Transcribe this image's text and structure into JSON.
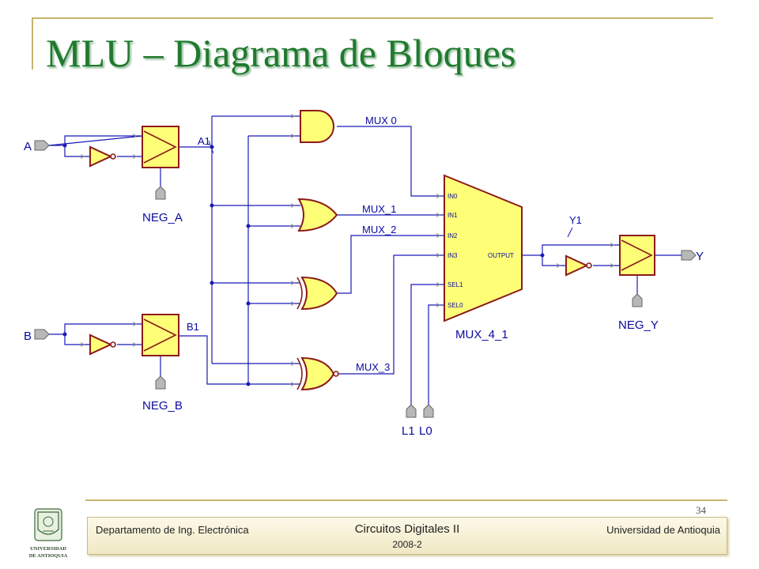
{
  "title": "MLU – Diagrama de Bloques",
  "diagram": {
    "inputs": {
      "a": "A",
      "b": "B"
    },
    "outputs": {
      "y": "Y"
    },
    "signals": {
      "a1": "A1",
      "b1": "B1",
      "y1": "Y1",
      "mux0": "MUX 0",
      "mux1": "MUX_1",
      "mux2": "MUX_2",
      "mux3": "MUX_3"
    },
    "controls": {
      "neg_a": "NEG_A",
      "neg_b": "NEG_B",
      "neg_y": "NEG_Y",
      "l1": "L1",
      "l0": "L0"
    },
    "mux": {
      "name": "MUX_4_1",
      "pins": [
        "IN0",
        "IN1",
        "IN2",
        "IN3",
        "SEL1",
        "SEL0"
      ],
      "output_pin": "OUTPUT"
    }
  },
  "footer": {
    "page_number": "34",
    "department": "Departamento de Ing. Electrónica",
    "course": "Circuitos Digitales II",
    "term": "2008-2",
    "university": "Universidad de Antioquia"
  },
  "colors": {
    "title": "#1f7a2e",
    "wire": "#1a1ab8",
    "block_fill": "#ffff77",
    "block_border": "#8b1a1a",
    "frame": "#c8b46e"
  }
}
